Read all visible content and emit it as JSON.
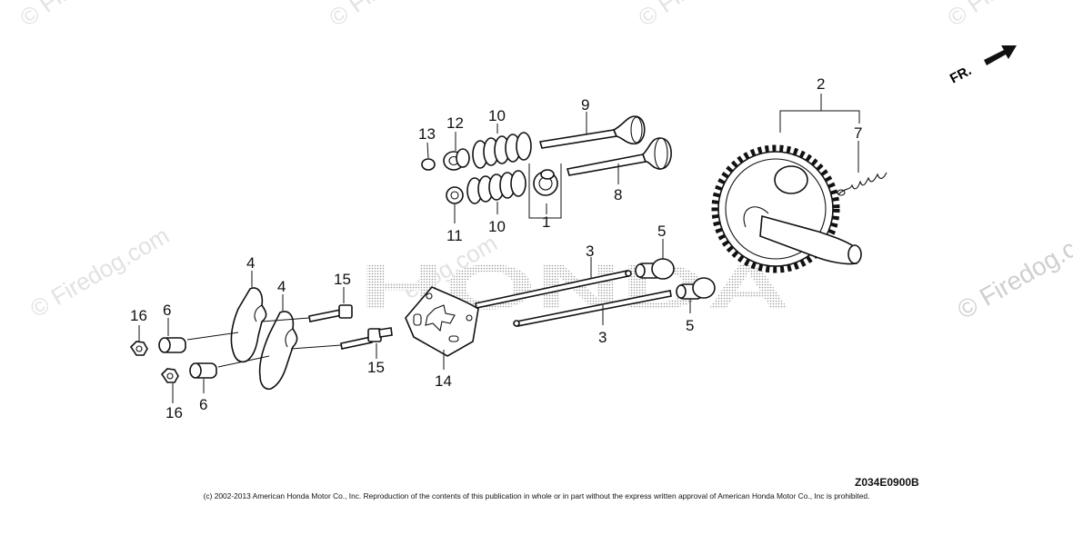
{
  "watermarks": {
    "top": [
      "© Firedog",
      "© Firedog",
      "© Firedog",
      "© Fire"
    ],
    "side_left": "© Firedog.com",
    "side_center": "edog.com",
    "side_right": "© Firedog.c"
  },
  "brand_watermark": "HONDA",
  "direction_label": "FR.",
  "callouts": {
    "c1": "1",
    "c2": "2",
    "c3a": "3",
    "c3b": "3",
    "c4a": "4",
    "c4b": "4",
    "c5a": "5",
    "c5b": "5",
    "c6a": "6",
    "c6b": "6",
    "c7": "7",
    "c8": "8",
    "c9": "9",
    "c10a": "10",
    "c10b": "10",
    "c11": "11",
    "c12": "12",
    "c13": "13",
    "c14": "14",
    "c15a": "15",
    "c15b": "15",
    "c16a": "16",
    "c16b": "16"
  },
  "diagram_code": "Z034E0900B",
  "copyright": "(c) 2002-2013 American Honda Motor Co., Inc. Reproduction of the contents of this publication in whole or in part without the express written approval of American Honda Motor Co., Inc is prohibited."
}
